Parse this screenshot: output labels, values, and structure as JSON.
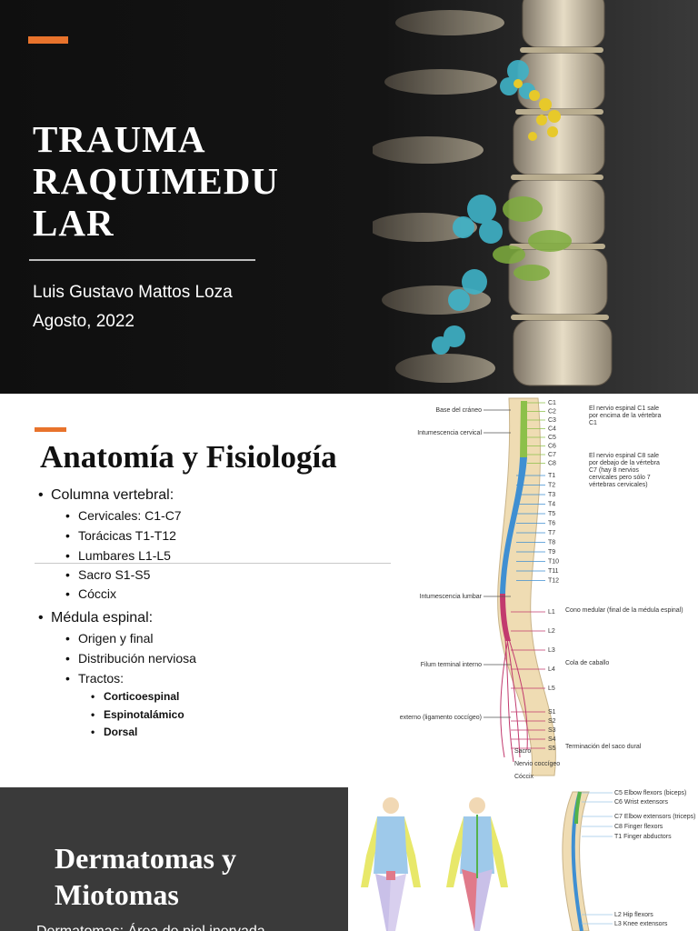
{
  "slide1": {
    "title_lines": [
      "TRAUMA",
      "RAQUIMEDU",
      "LAR"
    ],
    "author": "Luis Gustavo Mattos Loza",
    "date": "Agosto, 2022",
    "colors": {
      "background": "#141414",
      "accent": "#e8732c",
      "text": "#ffffff"
    },
    "image": "spine-illustration"
  },
  "slide2": {
    "title": "Anatomía y Fisiología",
    "outline": {
      "columna": {
        "label": "Columna vertebral:",
        "items": [
          "Cervicales: C1-C7",
          "Torácicas T1-T12",
          "Lumbares L1-L5",
          "Sacro S1-S5",
          "Cóccix"
        ]
      },
      "medula": {
        "label": "Médula espinal:",
        "items": [
          "Origen y final",
          "Distribución nerviosa",
          "Tractos:"
        ],
        "tractos": [
          "Corticoespinal",
          "Espinotalámico",
          "Dorsal"
        ]
      }
    },
    "diagram": {
      "left_labels": [
        "Base del cráneo",
        "Intumescencia cervical",
        "Intumescencia lumbar",
        "Filum terminal interno",
        "Filum terminal externo (ligamento coccígeo)"
      ],
      "cervical_segments": [
        "C1",
        "C2",
        "C3",
        "C4",
        "C5",
        "C6",
        "C7",
        "C8"
      ],
      "thoracic_segments": [
        "T1",
        "T2",
        "T3",
        "T4",
        "T5",
        "T6",
        "T7",
        "T8",
        "T9",
        "T10",
        "T11",
        "T12"
      ],
      "lumbar_segments": [
        "L1",
        "L2",
        "L3",
        "L4",
        "L5"
      ],
      "sacral_segments": [
        "S1",
        "S2",
        "S3",
        "S4",
        "S5"
      ],
      "bottom_labels": [
        "Sacro",
        "Nervio coccígeo",
        "Cóccix"
      ],
      "note_c1": "El nervio espinal C1 sale por encima de la vértebra C1",
      "note_c8": "El nervio espinal C8 sale por debajo de la vértebra C7 (hay 8 nervios cervicales pero sólo 7 vértebras cervicales)",
      "right_labels": [
        "Cono medular (final de la médula espinal)",
        "Cola de caballo",
        "Terminación del saco dural"
      ],
      "colors": {
        "cervical": "#8cc04a",
        "thoracic": "#3f8fd2",
        "lumbar": "#c23a6e",
        "bone": "#efdcb3"
      }
    }
  },
  "slide3": {
    "title_lines": [
      "Dermatomas y",
      "Miotomas"
    ],
    "body_text": "Dermatomas: Área de piel inervada",
    "myotome_labels": [
      "C5 Elbow flexors (biceps)",
      "C6 Wrist extensors",
      "C7 Elbow extensors (triceps)",
      "C8 Finger flexors",
      "T1 Finger abductors",
      "L2 Hip flexors",
      "L3 Knee extensors"
    ]
  }
}
